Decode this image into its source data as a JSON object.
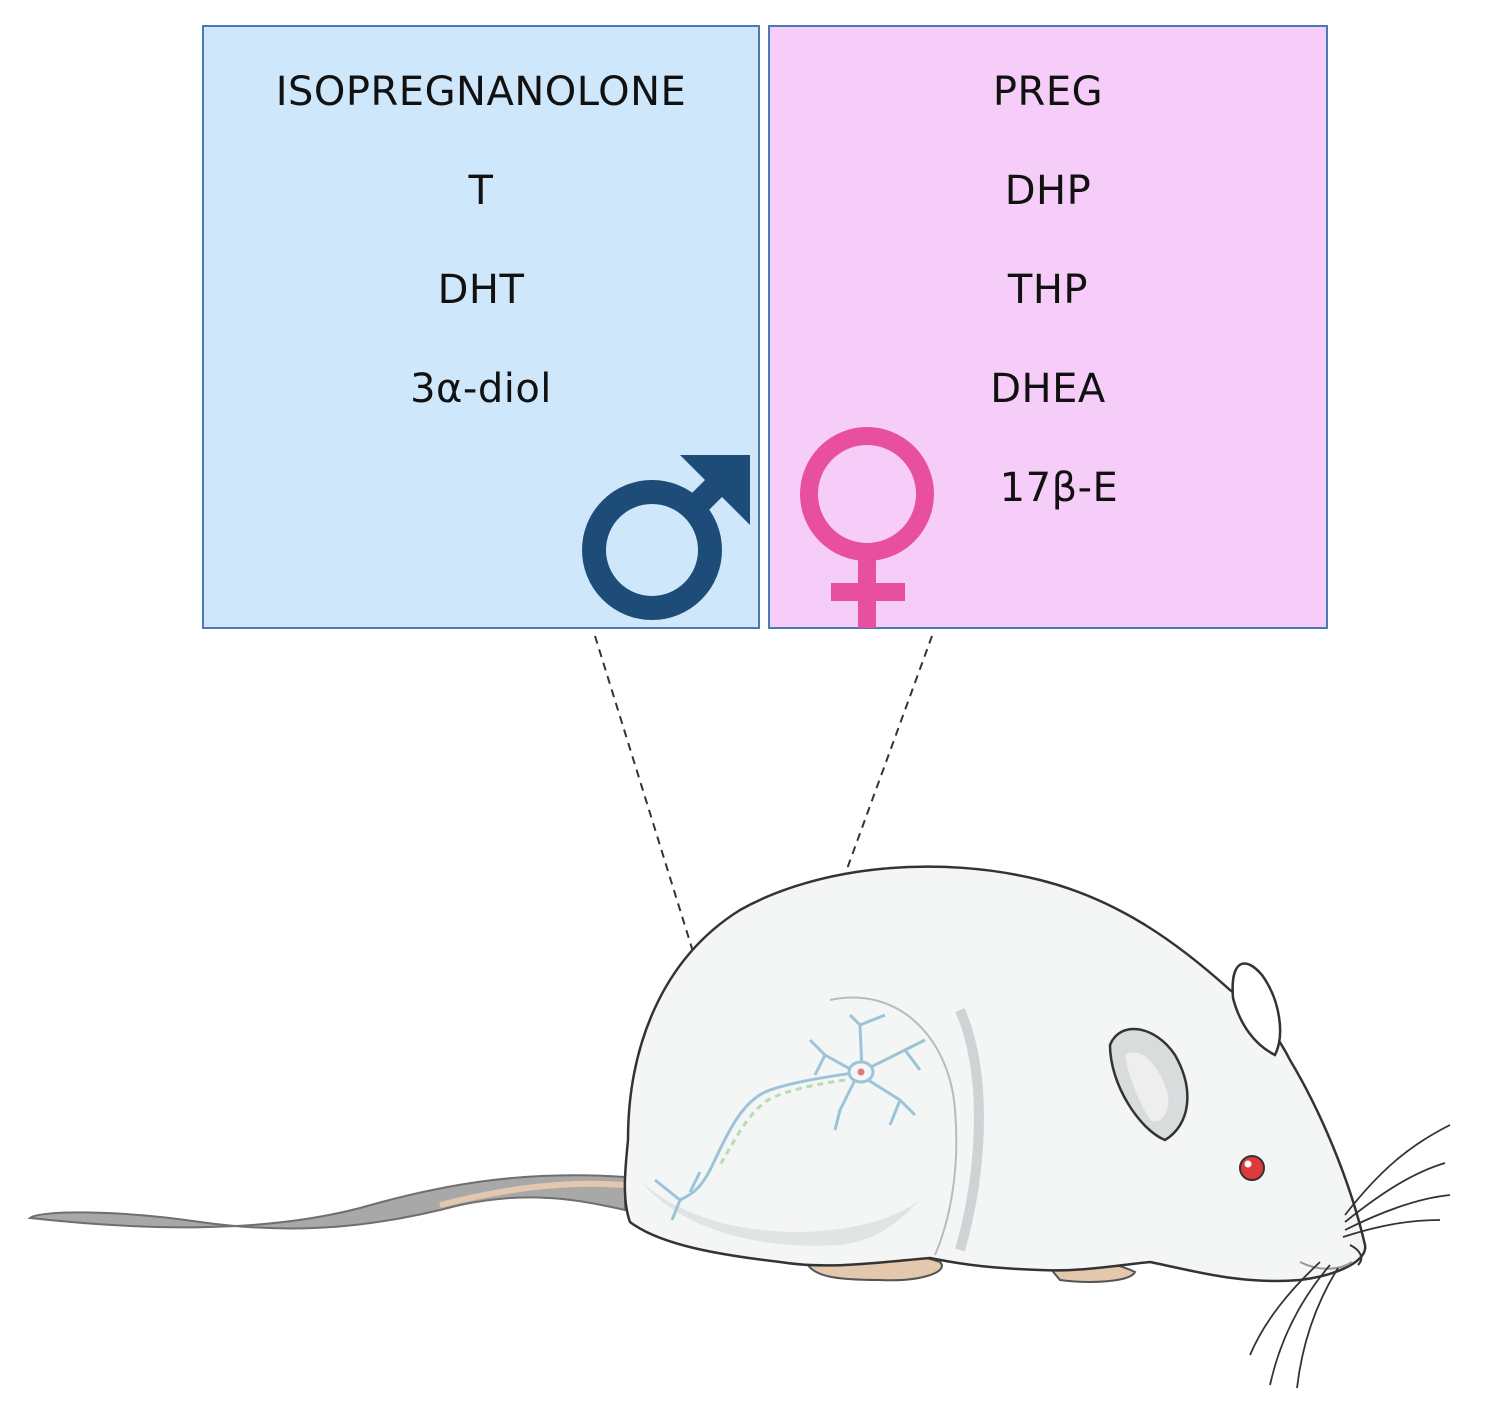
{
  "male_panel": {
    "steroids": [
      "ISOPREGNANOLONE",
      "T",
      "DHT",
      "3α-diol"
    ],
    "symbol_icon": "male-symbol-icon",
    "background_color": "#cfe7fb",
    "symbol_color": "#1d4c78"
  },
  "female_panel": {
    "steroids": [
      "PREG",
      "DHP",
      "THP",
      "DHEA",
      "17β-E"
    ],
    "symbol_icon": "female-symbol-icon",
    "background_color": "#f6cdf8",
    "symbol_color": "#e8509f"
  },
  "illustration": {
    "icon": "rat-icon",
    "neuron_icon": "neuron-icon",
    "eye_color": "#e03a3a",
    "tail_color": "#a8a8a8"
  }
}
